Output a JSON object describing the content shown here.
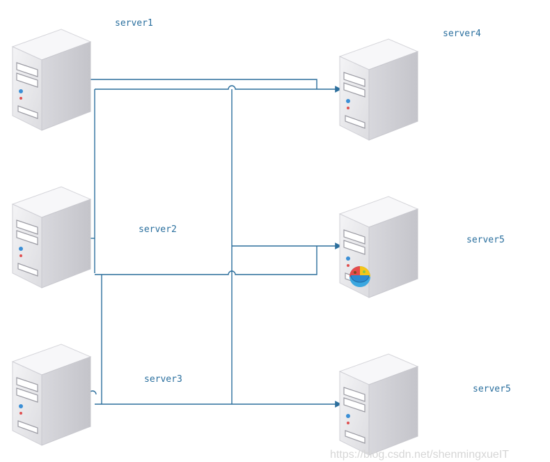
{
  "diagram": {
    "servers": [
      {
        "id": "s1",
        "label": "server1",
        "icon": "server-tower-icon"
      },
      {
        "id": "s2",
        "label": "server2",
        "icon": "server-tower-icon"
      },
      {
        "id": "s3",
        "label": "server3",
        "icon": "server-tower-icon"
      },
      {
        "id": "s4",
        "label": "server4",
        "icon": "server-tower-icon"
      },
      {
        "id": "s5a",
        "label": "server5",
        "icon": "server-tower-icon",
        "badge": "colorful-ball-icon"
      },
      {
        "id": "s5b",
        "label": "server5",
        "icon": "server-tower-icon"
      }
    ],
    "connections": [
      {
        "from": "s1",
        "to": "s4"
      },
      {
        "from": "s2",
        "to": "s5a"
      },
      {
        "from": "s3",
        "to": "s5b"
      }
    ],
    "colors": {
      "line": "#2b6e9c",
      "label": "#2a6f9e",
      "server_body": "#e8e8ec",
      "server_side": "#c9c9cf"
    }
  },
  "watermark": "https://blog.csdn.net/shenmingxueIT"
}
